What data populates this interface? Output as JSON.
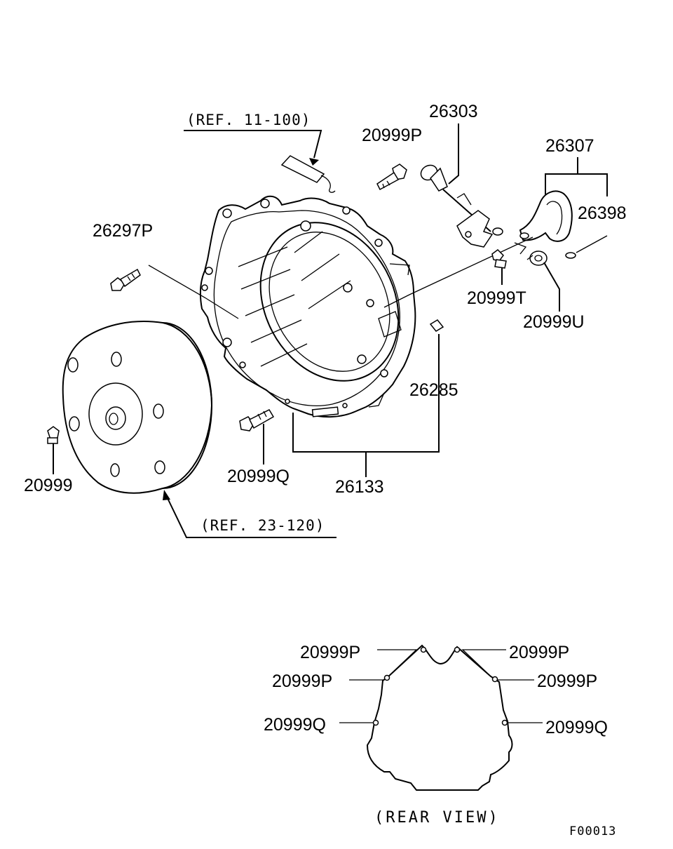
{
  "references": {
    "ref_11_100": "(REF. 11-100)",
    "ref_23_120": "(REF. 23-120)"
  },
  "parts": {
    "p26303": "26303",
    "p20999P_top": "20999P",
    "p26307": "26307",
    "p26398": "26398",
    "p26297P": "26297P",
    "p20999T": "20999T",
    "p20999U": "20999U",
    "p26285": "26285",
    "p20999": "20999",
    "p20999Q": "20999Q",
    "p26133": "26133"
  },
  "rear_view": {
    "title": "(REAR VIEW)",
    "left_labels": [
      "20999P",
      "20999P",
      "20999Q"
    ],
    "right_labels": [
      "20999P",
      "20999P",
      "20999Q"
    ]
  },
  "figure_code": "F00013"
}
